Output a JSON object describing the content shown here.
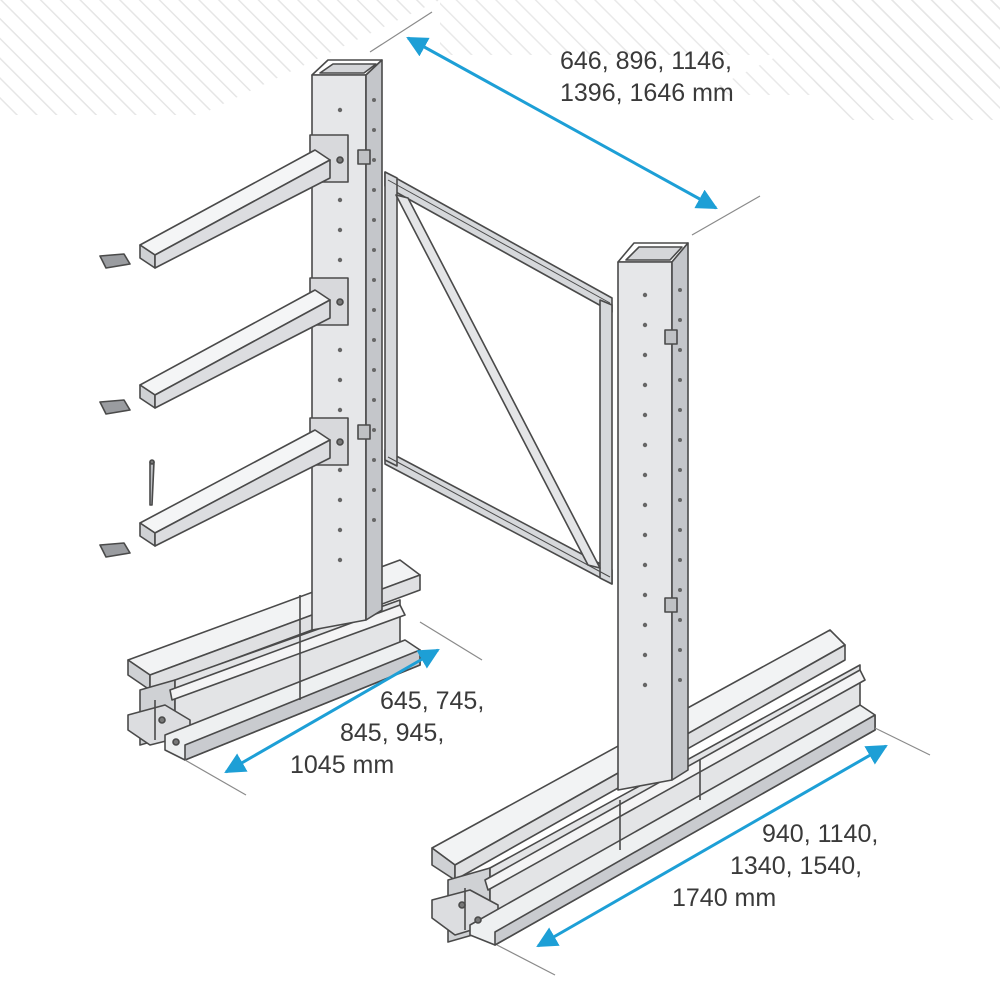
{
  "dimensions": {
    "depth": {
      "line1": "646, 896, 1146,",
      "line2": "1396, 1646 mm"
    },
    "arm": {
      "line1": "645, 745,",
      "line2": "845, 945,",
      "line3": "1045 mm"
    },
    "base": {
      "line1": "940, 1140,",
      "line2": "1340, 1540,",
      "line3": "1740 mm"
    }
  },
  "colors": {
    "arrow": "#1d9fd6",
    "steel_light": "#e9eaec",
    "steel_mid": "#cfd1d4",
    "steel_dark": "#a9acb0",
    "outline": "#4a4a4a",
    "hatch": "#e6e6e6"
  }
}
